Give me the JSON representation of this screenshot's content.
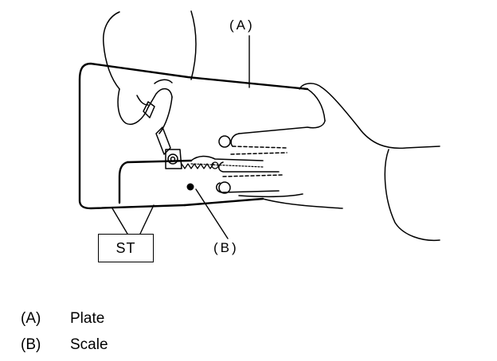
{
  "figure": {
    "callouts": {
      "a": "(A)",
      "b": "(B)"
    },
    "tool_label": "ST"
  },
  "legend": [
    {
      "code": "(A)",
      "label": "Plate"
    },
    {
      "code": "(B)",
      "label": "Scale"
    }
  ]
}
